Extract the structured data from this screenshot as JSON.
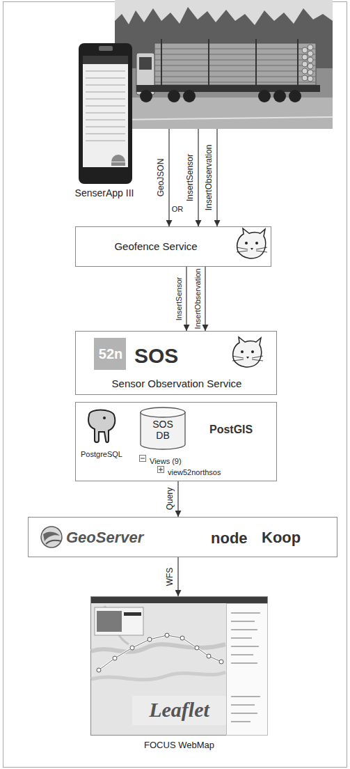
{
  "diagram": {
    "nodes": [
      {
        "text": [
          "SenserApp III"
        ]
      },
      {
        "text": [
          "Geofence Service"
        ]
      },
      {
        "text": [
          "52n",
          "SOS",
          "Sensor Observation Service"
        ]
      },
      {
        "text": [
          "PostgreSQL",
          "PostGIS",
          "Views (9)",
          "view52northsos"
        ]
      },
      {
        "text": [
          "SOS DB"
        ],
        "in": 3
      },
      {
        "text": [
          "GeoServer",
          "node",
          "Koop"
        ]
      },
      {
        "text": [
          "Leaflet",
          "FOCUS WebMap"
        ]
      }
    ],
    "edges": [
      {
        "from": 0,
        "to": 1,
        "label": "GeoJSON",
        "arrow": "to"
      },
      {
        "from": 0,
        "to": 1,
        "label": "InsertSensor",
        "arrow": "to"
      },
      {
        "from": 0,
        "to": 1,
        "label": "InsertObservation",
        "arrow": "to"
      },
      {
        "from": 1,
        "to": 2,
        "label": "InsertSensor",
        "arrow": "to"
      },
      {
        "from": 1,
        "to": 2,
        "label": "InsertObservation",
        "arrow": "to"
      },
      {
        "from": 3,
        "to": 5,
        "label": "Query",
        "arrow": "to"
      },
      {
        "from": 5,
        "to": 6,
        "label": "WFS",
        "arrow": "to"
      }
    ],
    "labels": [
      "OR"
    ]
  }
}
